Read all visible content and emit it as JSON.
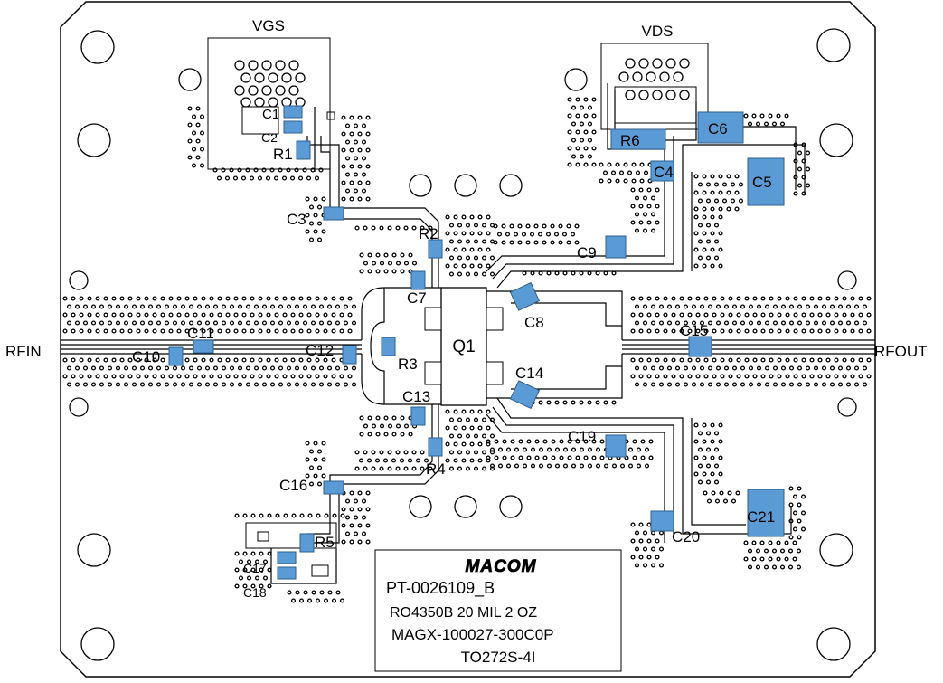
{
  "ports": {
    "vgs": "VGS",
    "vds": "VDS",
    "rfin": "RFIN",
    "rfout": "RFOUT"
  },
  "transistor": "Q1",
  "components": {
    "C1": "C1",
    "C2": "C2",
    "R1": "R1",
    "C3": "C3",
    "R2": "R2",
    "C7": "C7",
    "R3": "R3",
    "C12": "C12",
    "C10": "C10",
    "C11": "C11",
    "C13": "C13",
    "R4": "R4",
    "C16": "C16",
    "R5": "R5",
    "C17": "C17",
    "C18": "C18",
    "R6": "R6",
    "C6": "C6",
    "C4": "C4",
    "C5": "C5",
    "C9": "C9",
    "C8": "C8",
    "C15": "C15",
    "C14": "C14",
    "C19": "C19",
    "C20": "C20",
    "C21": "C21"
  },
  "info": {
    "logo": "MACOM",
    "line1": "PT-0026109_B",
    "line2": "RO4350B 20 MIL 2 OZ",
    "line3": "MAGX-100027-300C0P",
    "line4": "TO272S-4I"
  },
  "colors": {
    "component": "#5b9bd5",
    "board_outline": "#000000",
    "background": "#ffffff"
  }
}
